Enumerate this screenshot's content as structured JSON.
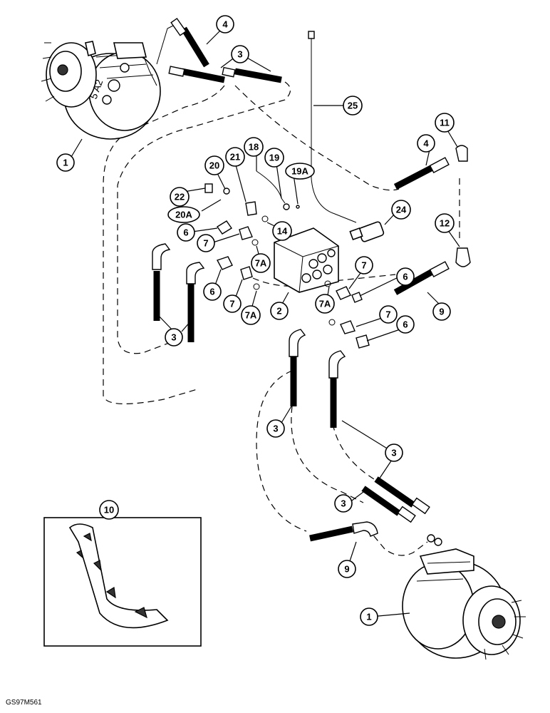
{
  "drawing_id": "GS97M561",
  "callouts": [
    {
      "id": "c1a",
      "label": "1"
    },
    {
      "id": "c1b",
      "label": "1"
    },
    {
      "id": "c2",
      "label": "2"
    },
    {
      "id": "c3a",
      "label": "3"
    },
    {
      "id": "c3b",
      "label": "3"
    },
    {
      "id": "c3c",
      "label": "3"
    },
    {
      "id": "c3d",
      "label": "3"
    },
    {
      "id": "c3e",
      "label": "3"
    },
    {
      "id": "c4a",
      "label": "4"
    },
    {
      "id": "c4b",
      "label": "4"
    },
    {
      "id": "c6a",
      "label": "6"
    },
    {
      "id": "c6b",
      "label": "6"
    },
    {
      "id": "c6c",
      "label": "6"
    },
    {
      "id": "c6d",
      "label": "6"
    },
    {
      "id": "c7a",
      "label": "7"
    },
    {
      "id": "c7b",
      "label": "7"
    },
    {
      "id": "c7c",
      "label": "7"
    },
    {
      "id": "c7d",
      "label": "7"
    },
    {
      "id": "c7Aa",
      "label": "7A"
    },
    {
      "id": "c7Ab",
      "label": "7A"
    },
    {
      "id": "c7Ac",
      "label": "7A"
    },
    {
      "id": "c9a",
      "label": "9"
    },
    {
      "id": "c9b",
      "label": "9"
    },
    {
      "id": "c10",
      "label": "10"
    },
    {
      "id": "c11",
      "label": "11"
    },
    {
      "id": "c12",
      "label": "12"
    },
    {
      "id": "c14",
      "label": "14"
    },
    {
      "id": "c18",
      "label": "18"
    },
    {
      "id": "c19",
      "label": "19"
    },
    {
      "id": "c19A",
      "label": "19A"
    },
    {
      "id": "c20",
      "label": "20"
    },
    {
      "id": "c20A",
      "label": "20A"
    },
    {
      "id": "c21",
      "label": "21"
    },
    {
      "id": "c22",
      "label": "22"
    },
    {
      "id": "c24",
      "label": "24"
    },
    {
      "id": "c25",
      "label": "25"
    }
  ]
}
